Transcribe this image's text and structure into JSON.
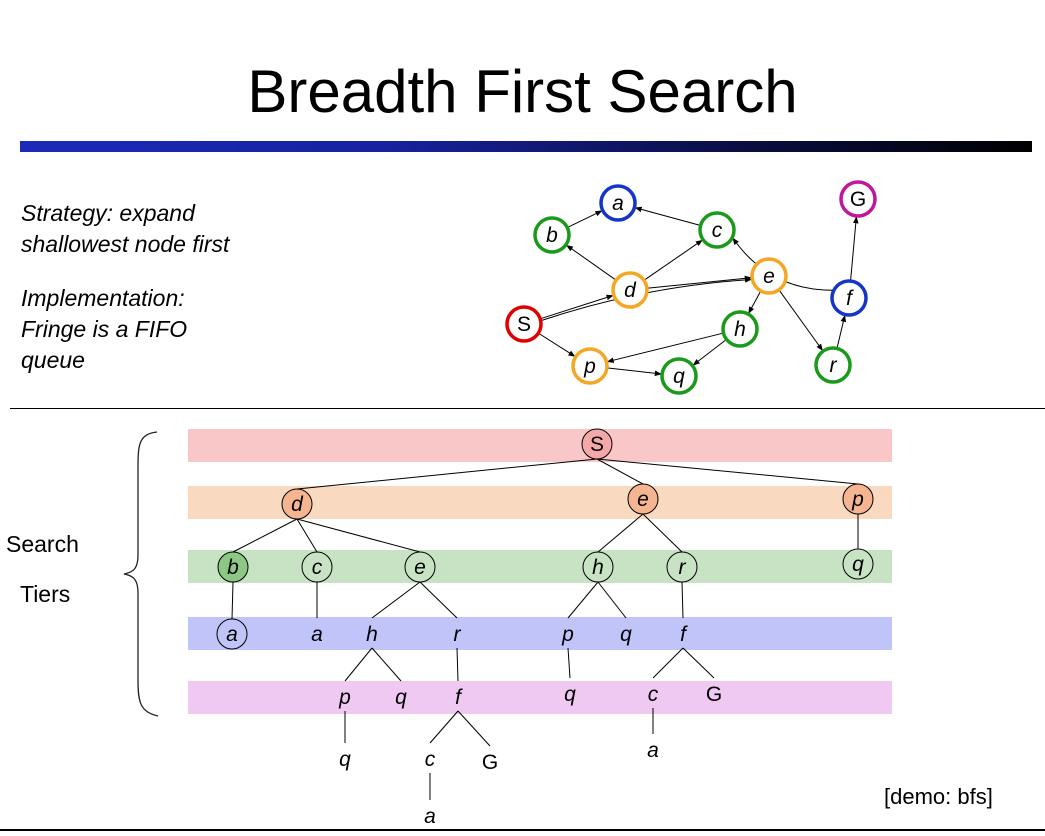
{
  "title": "Breadth First Search",
  "strategy": {
    "lines": [
      "Strategy: expand",
      "shallowest node first"
    ]
  },
  "implementation": {
    "lines": [
      "Implementation:",
      "Fringe is a FIFO",
      "queue"
    ]
  },
  "tiers_label": {
    "search": "Search",
    "tiers": "Tiers"
  },
  "demo": "[demo: bfs]",
  "colors": {
    "tier_1": "#f9c7c7",
    "tier_2": "#fad9c1",
    "tier_3": "#c8e2c4",
    "tier_4": "#c1c4f8",
    "tier_5": "#efc9f1",
    "graph_red": "#e00000",
    "graph_orange": "#f5a623",
    "graph_green": "#1a9a1a",
    "graph_blue": "#1535c8",
    "graph_magenta": "#c0169e"
  },
  "graph": {
    "nodes": [
      {
        "id": "S",
        "label": "S",
        "color": "graph_red"
      },
      {
        "id": "a",
        "label": "a",
        "color": "graph_blue"
      },
      {
        "id": "b",
        "label": "b",
        "color": "graph_green"
      },
      {
        "id": "c",
        "label": "c",
        "color": "graph_green"
      },
      {
        "id": "d",
        "label": "d",
        "color": "graph_orange"
      },
      {
        "id": "e",
        "label": "e",
        "color": "graph_orange"
      },
      {
        "id": "f",
        "label": "f",
        "color": "graph_blue"
      },
      {
        "id": "G",
        "label": "G",
        "color": "graph_magenta"
      },
      {
        "id": "h",
        "label": "h",
        "color": "graph_green"
      },
      {
        "id": "p",
        "label": "p",
        "color": "graph_orange"
      },
      {
        "id": "q",
        "label": "q",
        "color": "graph_green"
      },
      {
        "id": "r",
        "label": "r",
        "color": "graph_green"
      }
    ],
    "edges": [
      {
        "from": "S",
        "to": "d"
      },
      {
        "from": "S",
        "to": "e"
      },
      {
        "from": "S",
        "to": "p"
      },
      {
        "from": "d",
        "to": "b"
      },
      {
        "from": "d",
        "to": "c"
      },
      {
        "from": "d",
        "to": "e"
      },
      {
        "from": "b",
        "to": "a"
      },
      {
        "from": "c",
        "to": "a"
      },
      {
        "from": "e",
        "to": "h"
      },
      {
        "from": "e",
        "to": "r"
      },
      {
        "from": "h",
        "to": "p"
      },
      {
        "from": "h",
        "to": "q"
      },
      {
        "from": "p",
        "to": "q"
      },
      {
        "from": "r",
        "to": "f"
      },
      {
        "from": "f",
        "to": "c"
      },
      {
        "from": "f",
        "to": "G"
      }
    ]
  },
  "search_tree": {
    "nodes": [
      {
        "id": "t0",
        "label": "S",
        "circled": true,
        "fill": "#f5a8a8"
      },
      {
        "id": "t1",
        "label": "d",
        "circled": true,
        "fill": "#f5b590"
      },
      {
        "id": "t2",
        "label": "e",
        "circled": true,
        "fill": "#f5b590"
      },
      {
        "id": "t3",
        "label": "p",
        "circled": true,
        "fill": "#f5b590"
      },
      {
        "id": "t4",
        "label": "b",
        "circled": true,
        "fill": "#8cc884"
      },
      {
        "id": "t5",
        "label": "c",
        "circled": true,
        "fill": "none"
      },
      {
        "id": "t6",
        "label": "e",
        "circled": true,
        "fill": "none"
      },
      {
        "id": "t7",
        "label": "h",
        "circled": true,
        "fill": "none"
      },
      {
        "id": "t8",
        "label": "r",
        "circled": true,
        "fill": "none"
      },
      {
        "id": "t9",
        "label": "q",
        "circled": true,
        "fill": "none"
      },
      {
        "id": "t10",
        "label": "a",
        "circled": true,
        "fill": "none"
      },
      {
        "id": "t11",
        "label": "a",
        "circled": false
      },
      {
        "id": "t12",
        "label": "h",
        "circled": false
      },
      {
        "id": "t13",
        "label": "r",
        "circled": false
      },
      {
        "id": "t14",
        "label": "p",
        "circled": false
      },
      {
        "id": "t15",
        "label": "q",
        "circled": false
      },
      {
        "id": "t16",
        "label": "f",
        "circled": false
      },
      {
        "id": "t17",
        "label": "p",
        "circled": false
      },
      {
        "id": "t18",
        "label": "q",
        "circled": false
      },
      {
        "id": "t19",
        "label": "f",
        "circled": false
      },
      {
        "id": "t20",
        "label": "q",
        "circled": false
      },
      {
        "id": "t21",
        "label": "c",
        "circled": false
      },
      {
        "id": "t22",
        "label": "G",
        "circled": false
      },
      {
        "id": "t23",
        "label": "q",
        "circled": false
      },
      {
        "id": "t24",
        "label": "c",
        "circled": false
      },
      {
        "id": "t25",
        "label": "G",
        "circled": false
      },
      {
        "id": "t26",
        "label": "a",
        "circled": false
      },
      {
        "id": "t27",
        "label": "a",
        "circled": false
      }
    ],
    "edges": [
      [
        "t0",
        "t1"
      ],
      [
        "t0",
        "t2"
      ],
      [
        "t0",
        "t3"
      ],
      [
        "t1",
        "t4"
      ],
      [
        "t1",
        "t5"
      ],
      [
        "t1",
        "t6"
      ],
      [
        "t2",
        "t7"
      ],
      [
        "t2",
        "t8"
      ],
      [
        "t3",
        "t9"
      ],
      [
        "t4",
        "t10"
      ],
      [
        "t5",
        "t11"
      ],
      [
        "t6",
        "t12"
      ],
      [
        "t6",
        "t13"
      ],
      [
        "t7",
        "t14"
      ],
      [
        "t7",
        "t15"
      ],
      [
        "t8",
        "t16"
      ],
      [
        "t12",
        "t17"
      ],
      [
        "t12",
        "t18"
      ],
      [
        "t13",
        "t19"
      ],
      [
        "t14",
        "t20"
      ],
      [
        "t16",
        "t21"
      ],
      [
        "t16",
        "t22"
      ],
      [
        "t17",
        "t23"
      ],
      [
        "t19",
        "t24"
      ],
      [
        "t19",
        "t25"
      ],
      [
        "t21",
        "t26"
      ],
      [
        "t24",
        "t27"
      ]
    ]
  }
}
